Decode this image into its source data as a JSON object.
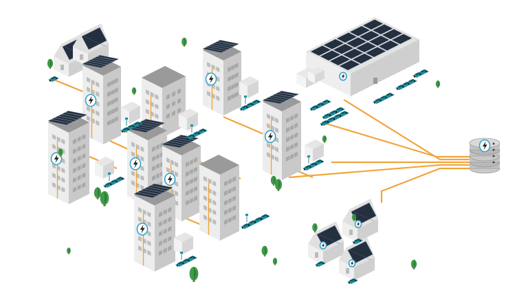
{
  "diagram": {
    "kind": "isometric-energy-network",
    "colors": {
      "background": "#ffffff",
      "power_line": "#f2a43a",
      "solar_panel": "#24303f",
      "building_left": "#ededed",
      "building_right": "#c9c9c9",
      "building_top": "#9a9a9a",
      "ev": "#1f8fa0",
      "tree": "#3f9a4a",
      "bolt_ring": "#36a3c9"
    },
    "nodes": [
      {
        "id": "apartment-block-1",
        "type": "apartment-with-solar",
        "has_bolt": true
      },
      {
        "id": "apartment-block-2",
        "type": "apartment-with-solar",
        "has_bolt": true
      },
      {
        "id": "apartment-block-3",
        "type": "apartment-with-solar",
        "has_bolt": true
      },
      {
        "id": "apartment-block-4",
        "type": "apartment-with-solar",
        "has_bolt": true
      },
      {
        "id": "apartment-block-5",
        "type": "apartment-with-solar",
        "has_bolt": true
      },
      {
        "id": "apartment-block-6",
        "type": "apartment-with-solar",
        "has_bolt": true
      },
      {
        "id": "apartment-block-7",
        "type": "apartment-with-solar",
        "has_bolt": true
      },
      {
        "id": "plain-block-1",
        "type": "apartment",
        "has_bolt": false
      },
      {
        "id": "plain-block-2",
        "type": "apartment",
        "has_bolt": false
      },
      {
        "id": "warehouse",
        "type": "warehouse-with-solar",
        "has_bolt": true
      },
      {
        "id": "storage-hub",
        "type": "energy-storage",
        "has_bolt": true
      },
      {
        "id": "house-group-top",
        "type": "houses-with-solar",
        "has_bolt": true
      },
      {
        "id": "house-group-bottom",
        "type": "houses-with-solar",
        "has_bolt": true
      }
    ],
    "icons": [
      "lightning-bolt-icon",
      "solar-panel-icon",
      "electric-car-icon",
      "tree-icon",
      "database-icon"
    ]
  }
}
